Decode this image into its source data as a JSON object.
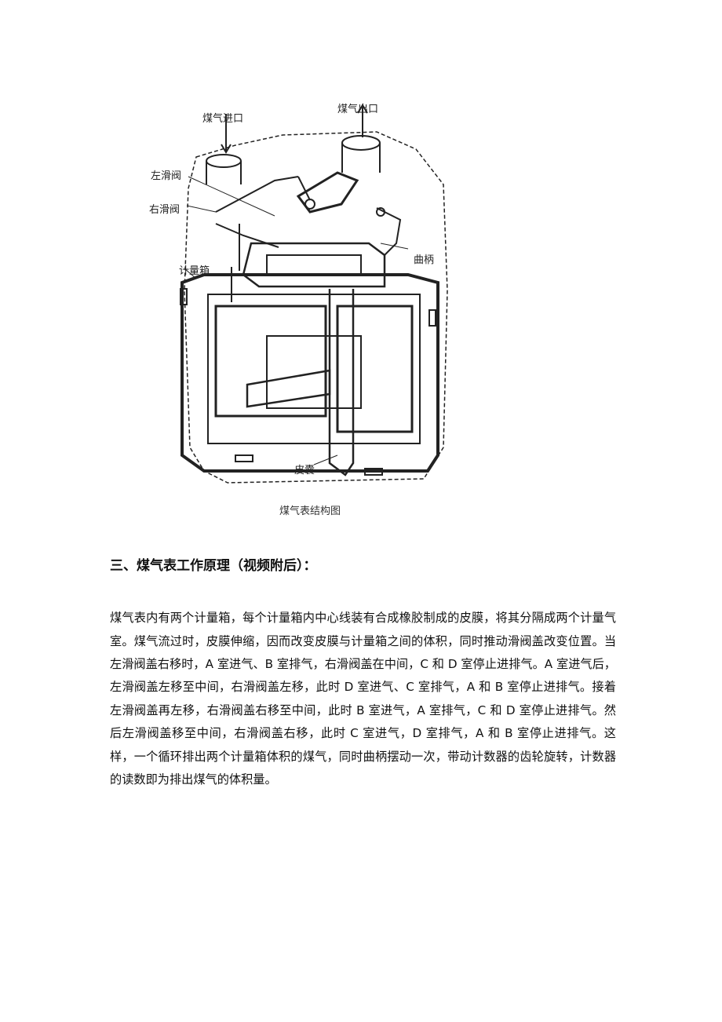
{
  "figure": {
    "labels": {
      "inlet": "煤气进口",
      "outlet": "煤气出口",
      "left_valve": "左滑阀",
      "right_valve": "右滑阀",
      "metering_box": "计量箱",
      "crank": "曲柄",
      "diaphragm": "皮囊"
    },
    "caption": "煤气表结构图"
  },
  "section": {
    "title": "三、煤气表工作原理（视频附后）：",
    "paragraph": "煤气表内有两个计量箱，每个计量箱内中心线装有合成橡胶制成的皮膜，将其分隔成两个计量气室。煤气流过时，皮膜伸缩，因而改变皮膜与计量箱之间的体积，同时推动滑阀盖改变位置。当左滑阀盖右移时，A 室进气、B 室排气，右滑阀盖在中间，C 和 D 室停止进排气。A 室进气后，左滑阀盖左移至中间，右滑阀盖左移，此时 D 室进气、C 室排气，A 和 B 室停止进排气。接着左滑阀盖再左移，右滑阀盖右移至中间，此时 B 室进气，A 室排气，C 和 D 室停止进排气。然后左滑阀盖移至中间，右滑阀盖右移，此时 C 室进气，D 室排气，A 和 B 室停止进排气。这样，一个循环排出两个计量箱体积的煤气，同时曲柄摆动一次，带动计数器的齿轮旋转，计数器的读数即为排出煤气的体积量。"
  }
}
